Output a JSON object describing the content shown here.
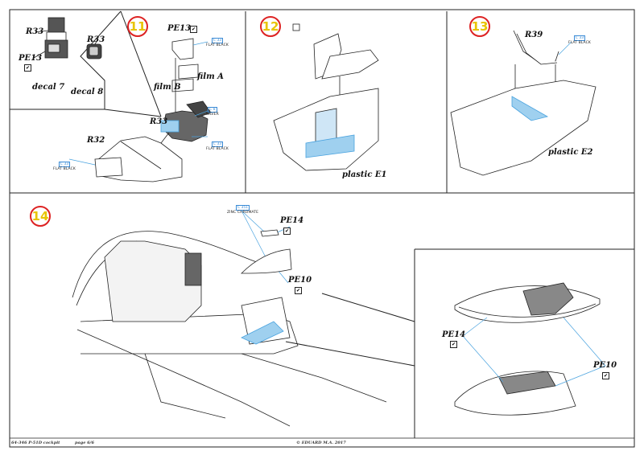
{
  "steps": {
    "s11": "11",
    "s12": "12",
    "s13": "13",
    "s14": "14"
  },
  "inset": {
    "r33_top": "R33",
    "pe13": "PE13",
    "decal7": "decal 7",
    "r33_right": "R33",
    "decal8": "decal 8"
  },
  "step11": {
    "pe13": "PE13",
    "film_a": "film A",
    "film_b": "film B",
    "r33": "R33",
    "r32": "R32",
    "paint_flat_black_1": {
      "code": "C 33",
      "name": "FLAT BLACK"
    },
    "paint_silver": {
      "code": "C 8",
      "name": "SILVER"
    },
    "paint_flat_black_2": {
      "code": "C 33",
      "name": "FLAT BLACK"
    },
    "paint_flat_black_3": {
      "code": "C 33",
      "name": "FLAT BLACK"
    }
  },
  "step12": {
    "plastic": "plastic E1"
  },
  "step13": {
    "r39": "R39",
    "plastic": "plastic E2",
    "paint_flat_black": {
      "code": "C 33",
      "name": "FLAT BLACK"
    }
  },
  "step14": {
    "paint_zinc": {
      "code": "C 351",
      "name": "ZINC CHROMATE"
    },
    "pe14": "PE14",
    "pe10": "PE10",
    "detail_pe14": "PE14",
    "detail_pe10": "PE10"
  },
  "footer": {
    "left": "64-346 P-51D cockpit",
    "page": "page 6/6",
    "copyright": "© EDUARD M.A. 2017"
  },
  "colors": {
    "line": "#222222",
    "callout": "#4aa3df",
    "part_fill": "#9fd0ef",
    "step_ring": "#dd2222",
    "step_number": "#e8c400"
  }
}
